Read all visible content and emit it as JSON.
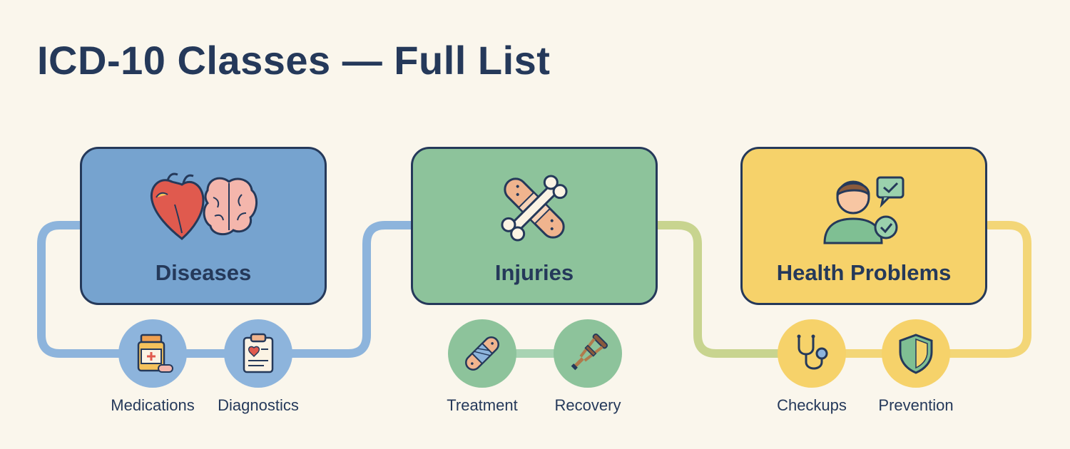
{
  "title": "ICD-10 Classes — Full List",
  "colors": {
    "background": "#faf6ec",
    "ink": "#25395a",
    "diseases": "#76a3cf",
    "injuries": "#8dc39b",
    "health_problems": "#f6d26a",
    "connector_blue": "#8db4dc",
    "connector_green": "#a8d3b3",
    "connector_yellow": "#f3d677"
  },
  "classes": [
    {
      "label": "Diseases",
      "icon": "heart-brain-icon",
      "subitems": [
        {
          "label": "Medications",
          "icon": "medicine-bottle-icon"
        },
        {
          "label": "Diagnostics",
          "icon": "clipboard-heart-icon"
        }
      ]
    },
    {
      "label": "Injuries",
      "icon": "bandage-bone-icon",
      "subitems": [
        {
          "label": "Treatment",
          "icon": "bandage-icon"
        },
        {
          "label": "Recovery",
          "icon": "crutch-icon"
        }
      ]
    },
    {
      "label": "Health Problems",
      "icon": "person-checkup-icon",
      "subitems": [
        {
          "label": "Checkups",
          "icon": "stethoscope-icon"
        },
        {
          "label": "Prevention",
          "icon": "shield-check-icon"
        }
      ]
    }
  ]
}
